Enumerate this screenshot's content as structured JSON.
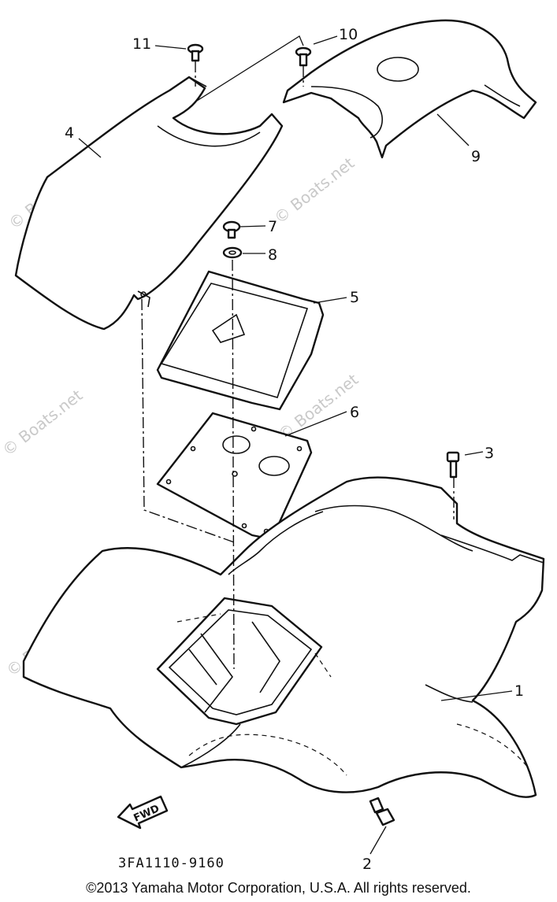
{
  "watermark": "© Boats.net",
  "callouts": {
    "c1": "1",
    "c2": "2",
    "c3": "3",
    "c4": "4",
    "c5": "5",
    "c6": "6",
    "c7": "7",
    "c8": "8",
    "c9": "9",
    "c10": "10",
    "c11": "11"
  },
  "fwd_label": "FWD",
  "diagram_code": "3FA1110-9160",
  "copyright": "©2013 Yamaha Motor Corporation, U.S.A. All rights reserved."
}
